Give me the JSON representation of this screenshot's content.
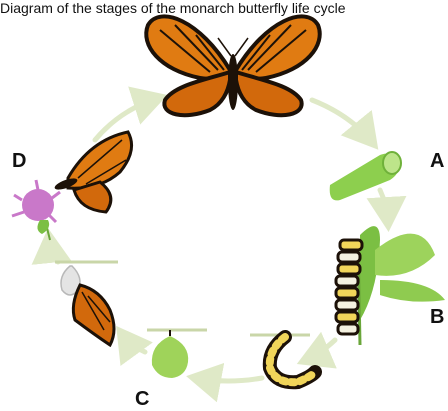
{
  "caption": "Diagram of the stages of the monarch butterfly life cycle",
  "stages": {
    "a": "A",
    "b": "B",
    "c": "C",
    "d": "D"
  },
  "colors": {
    "arrow": "#dfe9c7",
    "wing_orange": "#e07b12",
    "vein_black": "#1c1108",
    "egg_green": "#8dcf4e",
    "leaf_green": "#7bbf43",
    "flower_pink": "#c978c9",
    "chrysalis_green": "#9fd35a"
  }
}
